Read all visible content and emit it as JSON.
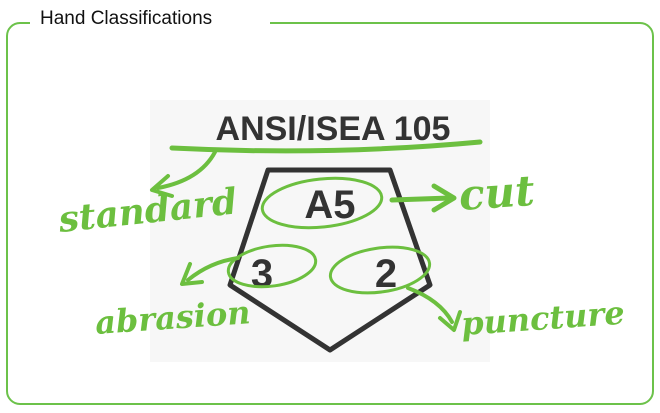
{
  "panel": {
    "title": "Hand Classifications",
    "accent_color": "#6cc24a"
  },
  "diagram": {
    "standard_title": "ANSI/ISEA 105",
    "ratings": {
      "cut": "A5",
      "abrasion": "3",
      "puncture": "2"
    },
    "labels": {
      "standard": "standard",
      "cut": "cut",
      "abrasion": "abrasion",
      "puncture": "puncture"
    },
    "shape_color": "#333333",
    "annotation_color": "#6cbf3f"
  }
}
